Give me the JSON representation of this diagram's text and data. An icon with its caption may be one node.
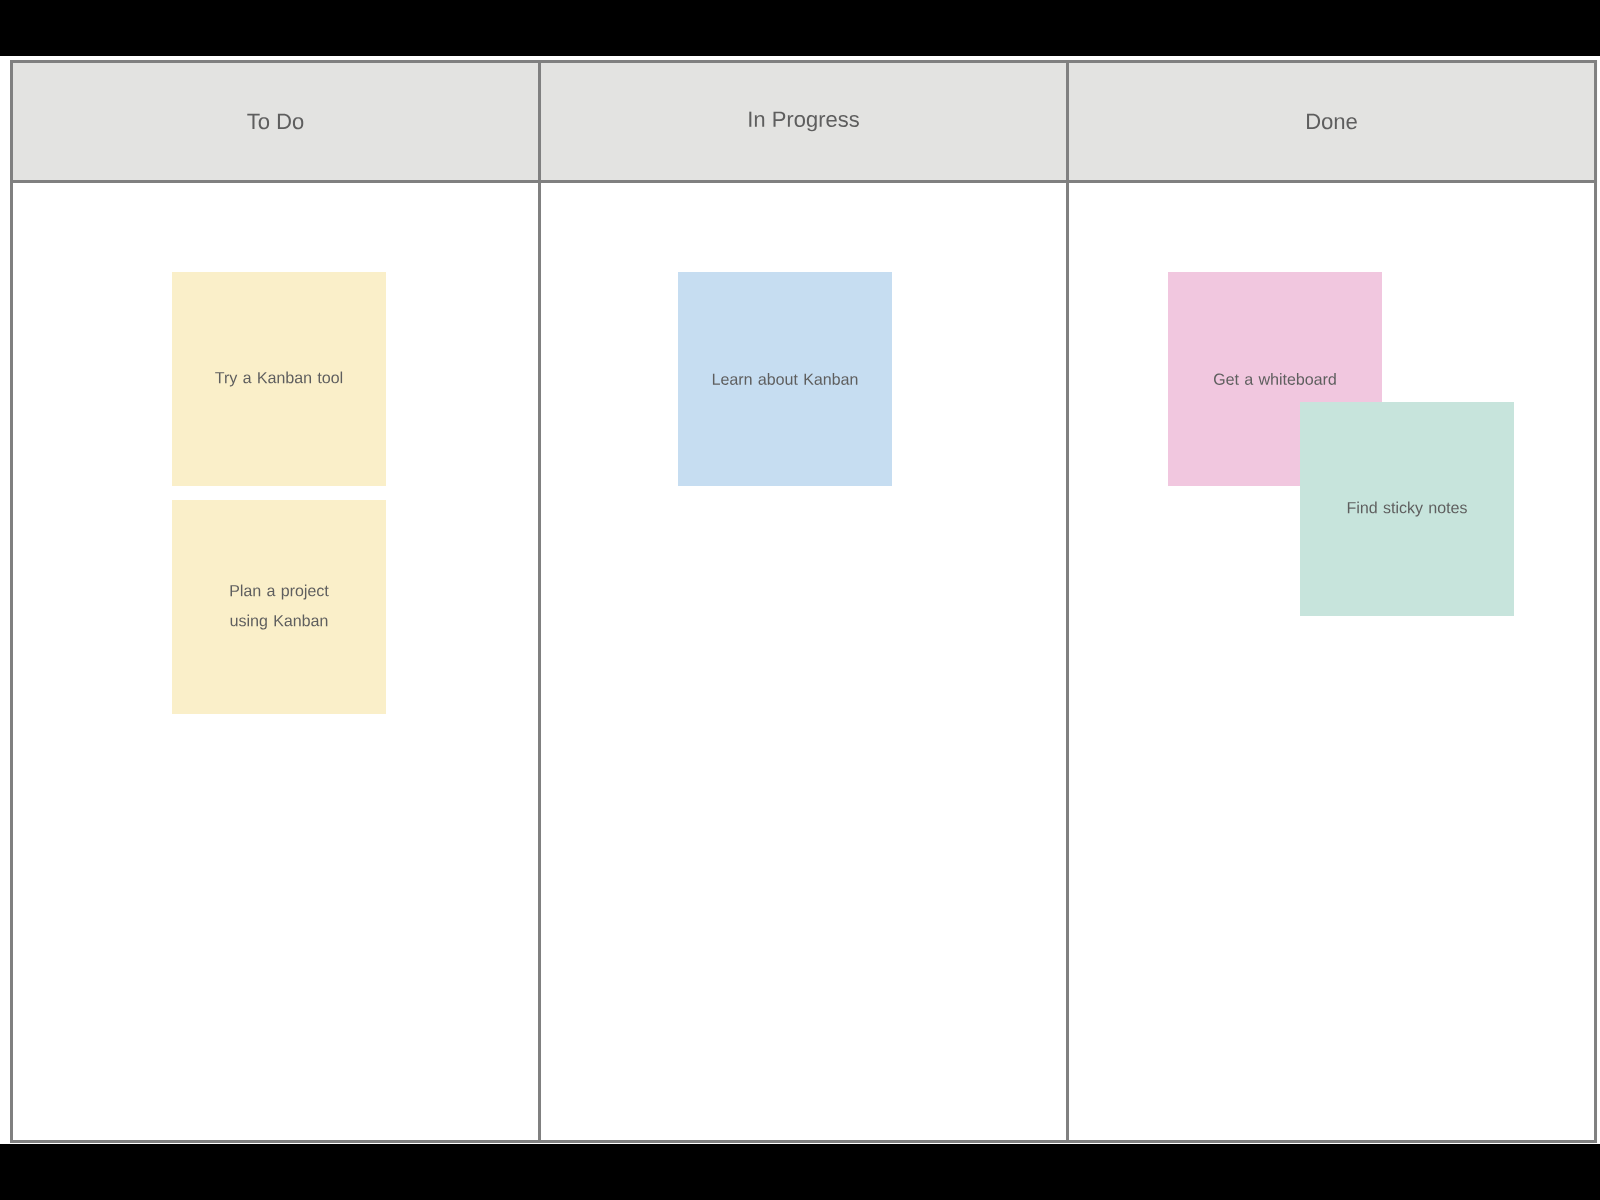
{
  "diagram": {
    "nodes": [
      {
        "text": [
          "To Do"
        ]
      },
      {
        "text": [
          "Try a Kanban tool"
        ],
        "in": 0
      },
      {
        "text": [
          "Plan a project using Kanban"
        ],
        "in": 0
      },
      {
        "text": [
          "In Progress"
        ]
      },
      {
        "text": [
          "Learn about Kanban"
        ],
        "in": 3
      },
      {
        "text": [
          "Done"
        ]
      },
      {
        "text": [
          "Get a whiteboard"
        ],
        "in": 5
      },
      {
        "text": [
          "Find sticky notes"
        ],
        "in": 5
      }
    ]
  }
}
